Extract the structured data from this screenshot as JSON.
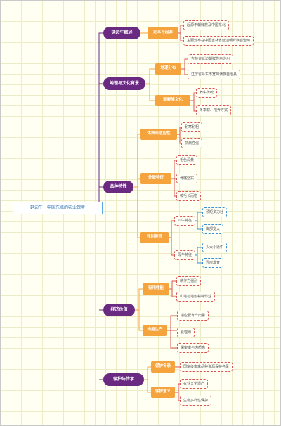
{
  "root": "延边牛：中国东北的农业瑰宝",
  "branches": [
    {
      "label": "延边牛概述",
      "groups": [
        {
          "label": "定义与起源",
          "items": [
            "起源于朝鲜族及中国东北",
            "主要分布在中国吉林省延边朝鲜族自治州"
          ]
        }
      ]
    },
    {
      "label": "地理与文化背景",
      "groups": [
        {
          "label": "地理分布",
          "items": [
            "吉林省延边朝鲜族自治州",
            "辽宁省丹东市宽甸满族自治县"
          ]
        },
        {
          "label": "朝鲜族文化",
          "items": [
            "养牛传统",
            "冬季耕、喂养方式"
          ]
        }
      ]
    },
    {
      "label": "品种特性",
      "groups": [
        {
          "label": "体质与适应性",
          "items": [
            "耐寒耐粗",
            "抗病性强"
          ]
        },
        {
          "label": "外貌特征",
          "items": [
            "毛色深黄",
            "骨骼坚实",
            "被毛长而密"
          ]
        },
        {
          "label": "性别差异",
          "subs": [
            {
              "label": "公牛特征",
              "items": [
                "颈短多力壮",
                "胸部宽大"
              ]
            },
            {
              "label": "母牛特征",
              "items": [
                "头大小适中",
                "乳房发育"
              ]
            }
          ]
        }
      ]
    },
    {
      "label": "经济价值",
      "groups": [
        {
          "label": "役用性能",
          "items": [
            "耕作力强耐",
            "山地与地形耕种作业"
          ]
        },
        {
          "label": "肉用生产",
          "items": [
            "适应肥育产肉量",
            "肌理细",
            "屠宰率与肉质高"
          ]
        }
      ]
    },
    {
      "label": "保护与传承",
      "groups": [
        {
          "label": "保护名录",
          "items": [
            "国家级畜禽品种资源保护名录"
          ]
        },
        {
          "label": "保护意义",
          "items": [
            "农业文化遗产",
            "生物多样性保护"
          ]
        }
      ]
    }
  ]
}
